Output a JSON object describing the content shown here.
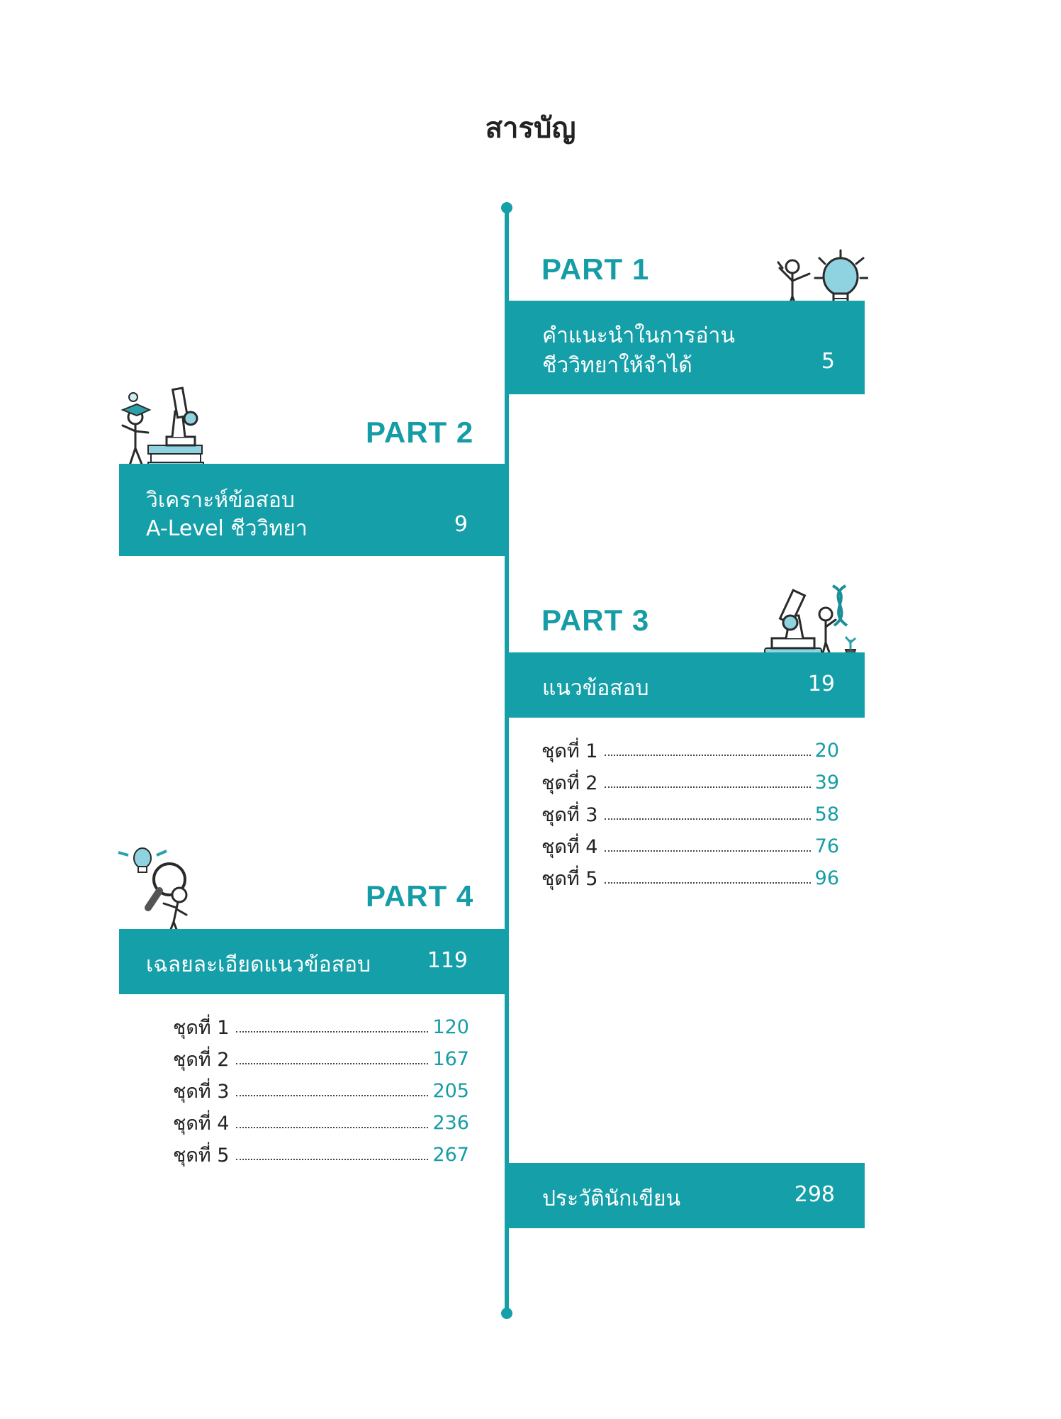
{
  "title": "สารบัญ",
  "colors": {
    "accent": "#149fa9",
    "text": "#222222"
  },
  "part1": {
    "label": "PART 1",
    "line1": "คำแนะนำในการอ่าน",
    "line2": "ชีววิทยาให้จำได้",
    "page": "5",
    "icon": "lightbulb-person-icon"
  },
  "part2": {
    "label": "PART 2",
    "line1": "วิเคราะห์ข้อสอบ",
    "line2": "A-Level ชีววิทยา",
    "page": "9",
    "icon": "microscope-books-person-icon"
  },
  "part3": {
    "label": "PART 3",
    "line1": "แนวข้อสอบ",
    "page": "19",
    "icon": "microscope-dna-person-icon",
    "items": [
      {
        "label": "ชุดที่ 1",
        "page": "20"
      },
      {
        "label": "ชุดที่ 2",
        "page": "39"
      },
      {
        "label": "ชุดที่ 3",
        "page": "58"
      },
      {
        "label": "ชุดที่ 4",
        "page": "76"
      },
      {
        "label": "ชุดที่ 5",
        "page": "96"
      }
    ]
  },
  "part4": {
    "label": "PART 4",
    "line1": "เฉลยละเอียดแนวข้อสอบ",
    "page": "119",
    "icon": "magnifier-person-icon",
    "items": [
      {
        "label": "ชุดที่ 1",
        "page": "120"
      },
      {
        "label": "ชุดที่ 2",
        "page": "167"
      },
      {
        "label": "ชุดที่ 3",
        "page": "205"
      },
      {
        "label": "ชุดที่ 4",
        "page": "236"
      },
      {
        "label": "ชุดที่ 5",
        "page": "267"
      }
    ]
  },
  "author": {
    "line1": "ประวัตินักเขียน",
    "page": "298"
  }
}
